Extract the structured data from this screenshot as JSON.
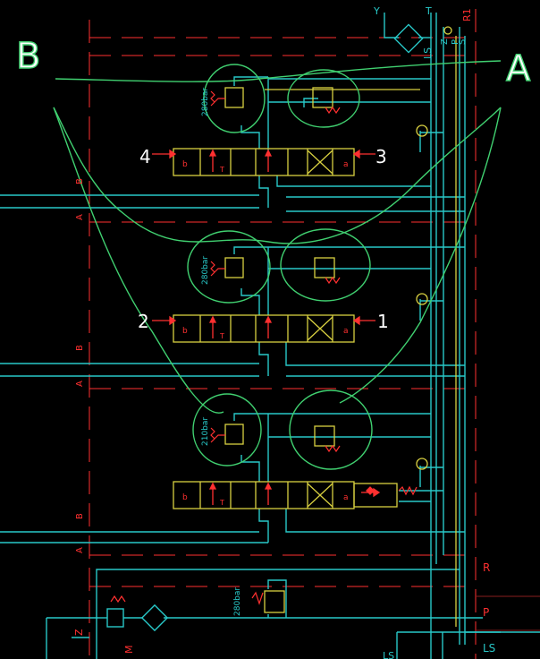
{
  "corner_labels": {
    "left": "B",
    "right": "A"
  },
  "top_port_labels": {
    "y": "Y",
    "t": "T",
    "r1": "R1",
    "ls": "LS",
    "z": "Z",
    "p": "P",
    "s": "S"
  },
  "right_port_labels": {
    "r": "R",
    "p": "P",
    "ls": "LS"
  },
  "bottom_labels": {
    "z": "Z",
    "m": "M",
    "ls": "LS"
  },
  "pressure_ratings": {
    "top": "280bar",
    "middle": "280bar",
    "bottom": "210bar",
    "main": "280bar"
  },
  "section_labels": {
    "top": {
      "left_num": "4",
      "right_num": "3",
      "a": "A",
      "b": "B"
    },
    "middle": {
      "left_num": "2",
      "right_num": "1",
      "a": "A",
      "b": "B"
    },
    "bottom": {
      "a": "A",
      "b": "B"
    }
  },
  "valve_port_letters": {
    "b": "b",
    "a": "a",
    "t": "T"
  },
  "colors": {
    "cyan": "#28c8c8",
    "red": "#ff3030",
    "yellow": "#d8d040",
    "green": "#40d070",
    "white": "#ffffff"
  }
}
